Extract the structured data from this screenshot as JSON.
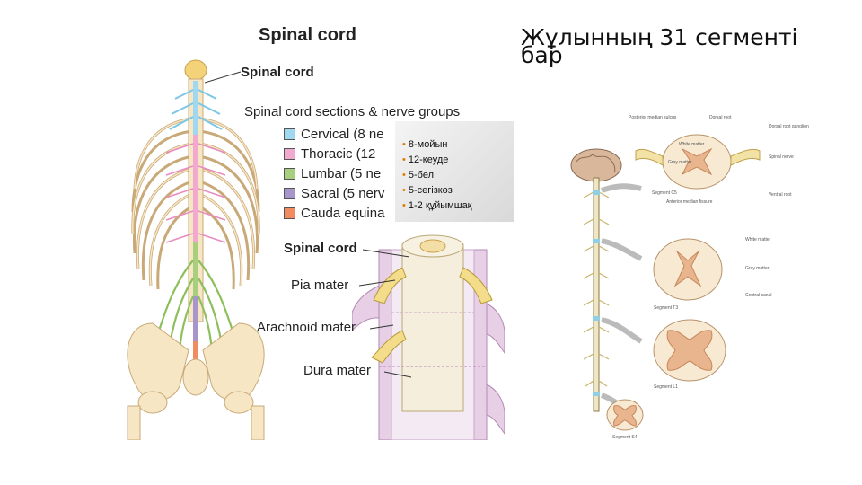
{
  "slide": {
    "title": "Жұлынның 31 сегменті бар"
  },
  "figure_left": {
    "title": "Spinal cord",
    "top_label": "Spinal cord",
    "legend_title": "Spinal cord sections & nerve groups",
    "legend": [
      {
        "label": "Cervical (8 ne",
        "color": "#9fd8f0"
      },
      {
        "label": "Thoracic (12",
        "color": "#f1a9cf"
      },
      {
        "label": "Lumbar (5 ne",
        "color": "#a8cf7e"
      },
      {
        "label": "Sacral (5 nerv",
        "color": "#a895cc"
      },
      {
        "label": "Cauda equina",
        "color": "#f08c60"
      }
    ],
    "layer_labels": {
      "cord": "Spinal cord",
      "pia": "Pia mater",
      "arachnoid": "Arachnoid mater",
      "dura": "Dura mater"
    }
  },
  "overlay_list": [
    "8-мойын",
    "12-кеуде",
    "5-бел",
    "5-сегізкөз",
    "1-2 құйымшақ"
  ],
  "figure_right": {
    "labels": {
      "posterior_sulcus": "Posterior median sulcus",
      "dorsal_root": "Dorsal root",
      "dorsal_ganglion": "Dorsal root ganglion",
      "white_matter": "White matter",
      "gray_matter": "Gray matter",
      "spinal_nerve": "Spinal nerve",
      "ventral_root": "Ventral root",
      "anterior_fissure": "Anterior median fissure",
      "central_canal": "Central canal",
      "seg1": "Segment C5",
      "seg2": "Segment T3",
      "seg3": "Segment L1",
      "seg4": "Segment S4"
    }
  },
  "colors": {
    "cervical": "#9fd8f0",
    "thoracic": "#f1a9cf",
    "lumbar": "#a8cf7e",
    "sacral": "#a895cc",
    "cauda": "#f08c60",
    "bone": "#f6e6c4",
    "bone_edge": "#c9a978"
  }
}
